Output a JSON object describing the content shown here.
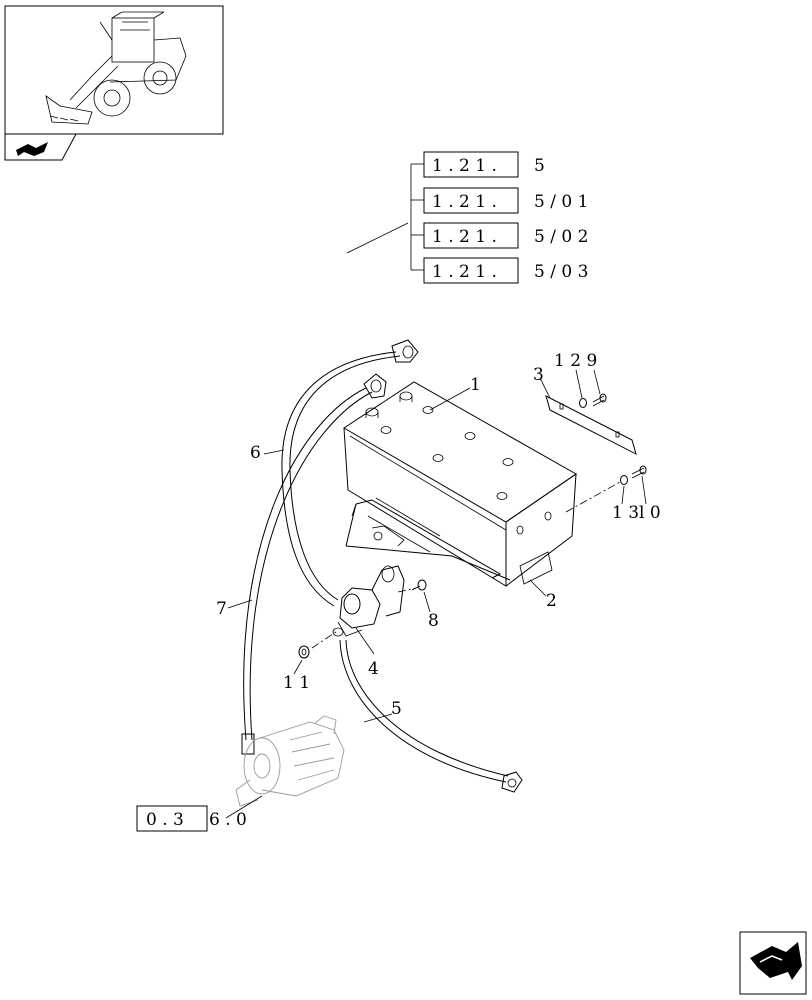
{
  "references": {
    "bracketed": [
      "1 . 2 1 .",
      "1 . 2 1 .",
      "1 . 2 1 .",
      "1 . 2 1 ."
    ],
    "suffix": [
      "5",
      "5 / 0 1",
      "5 / 0 2",
      "5 / 0 3"
    ],
    "starter_box": "0 . 3",
    "starter_suffix": "6 . 0"
  },
  "callouts": {
    "c1": "1",
    "c2": "2",
    "c3": "3",
    "c4": "4",
    "c5": "5",
    "c6": "6",
    "c7": "7",
    "c8": "8",
    "c11": "1 1",
    "c12_9": "1 2 9",
    "c13_10": "1 3l 0"
  },
  "icons": {
    "thumbnail": "wheel-loader-thumbnail",
    "nav_back": "folder-arrow-icon",
    "nav_next": "next-page-arrow-icon"
  }
}
